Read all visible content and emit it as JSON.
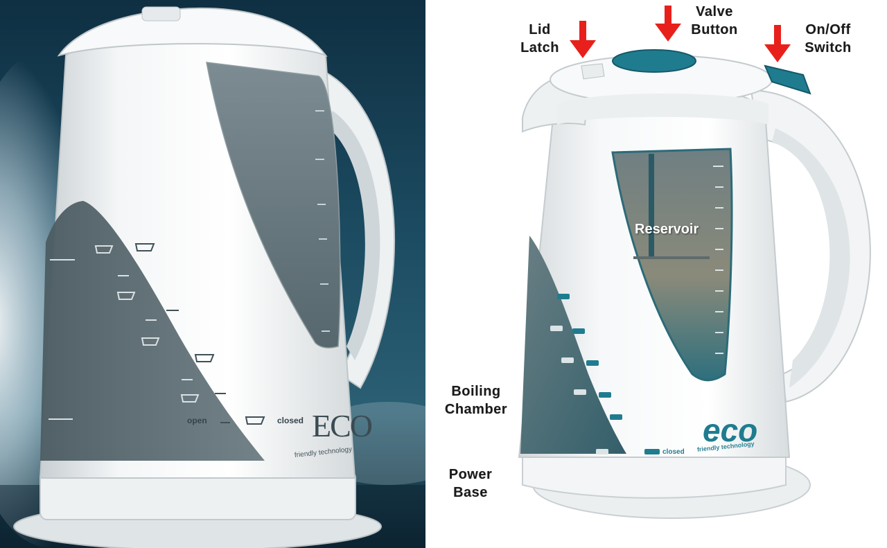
{
  "left_photo": {
    "brand_logo": "ECO",
    "tagline": "friendly technology",
    "valve_open_label": "open",
    "valve_closed_label": "closed"
  },
  "right_photo": {
    "brand_logo": "eco",
    "tagline": "friendly technology",
    "valve_closed_label": "closed",
    "reservoir_label": "Reservoir",
    "callouts": {
      "lid_latch": [
        "Lid",
        "Latch"
      ],
      "valve_button": [
        "Valve",
        "Button"
      ],
      "on_off_switch": [
        "On/Off",
        "Switch"
      ],
      "boiling_chamber": [
        "Boiling",
        "Chamber"
      ],
      "power_base": [
        "Power",
        "Base"
      ]
    }
  },
  "colors": {
    "arrow": "#e8201c",
    "accent_teal": "#1f7c8f",
    "window_grey": "#5d7177",
    "ocean": "#123447"
  }
}
